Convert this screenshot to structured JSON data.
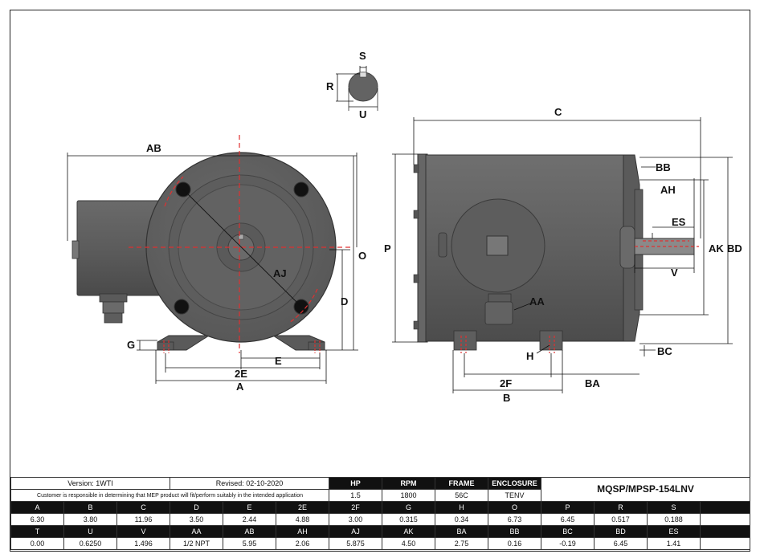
{
  "dims_labels": {
    "S": "S",
    "R": "R",
    "U": "U",
    "C": "C",
    "AB": "AB",
    "BB": "BB",
    "AH": "AH",
    "ES": "ES",
    "O": "O",
    "P": "P",
    "AK": "AK",
    "BD": "BD",
    "AJ": "AJ",
    "V": "V",
    "D": "D",
    "AA": "AA",
    "G": "G",
    "E": "E",
    "H": "H",
    "BC": "BC",
    "E2": "2E",
    "F2": "2F",
    "BA": "BA",
    "A": "A",
    "B": "B"
  },
  "titleblock": {
    "version": "Version: 1WTI",
    "revised": "Revised: 02-10-2020",
    "note": "Customer is responsible in determining that MEP product will fit/perform suitably in the intended application",
    "model": "MQSP/MPSP-154LNV",
    "ratings_headers": [
      "HP",
      "RPM",
      "FRAME",
      "ENCLOSURE"
    ],
    "ratings_values": [
      "1.5",
      "1800",
      "56C",
      "TENV"
    ]
  },
  "dim_table": {
    "row1_headers": [
      "A",
      "B",
      "C",
      "D",
      "E",
      "2E",
      "2F",
      "G",
      "H",
      "O",
      "P",
      "R",
      "S"
    ],
    "row1_values": [
      "6.30",
      "3.80",
      "11.96",
      "3.50",
      "2.44",
      "4.88",
      "3.00",
      "0.315",
      "0.34",
      "6.73",
      "6.45",
      "0.517",
      "0.188"
    ],
    "row2_headers": [
      "T",
      "U",
      "V",
      "AA",
      "AB",
      "AH",
      "AJ",
      "AK",
      "BA",
      "BB",
      "BC",
      "BD",
      "ES"
    ],
    "row2_values": [
      "0.00",
      "0.6250",
      "1.496",
      "1/2 NPT",
      "5.95",
      "2.06",
      "5.875",
      "4.50",
      "2.75",
      "0.16",
      "-0.19",
      "6.45",
      "1.41"
    ]
  }
}
